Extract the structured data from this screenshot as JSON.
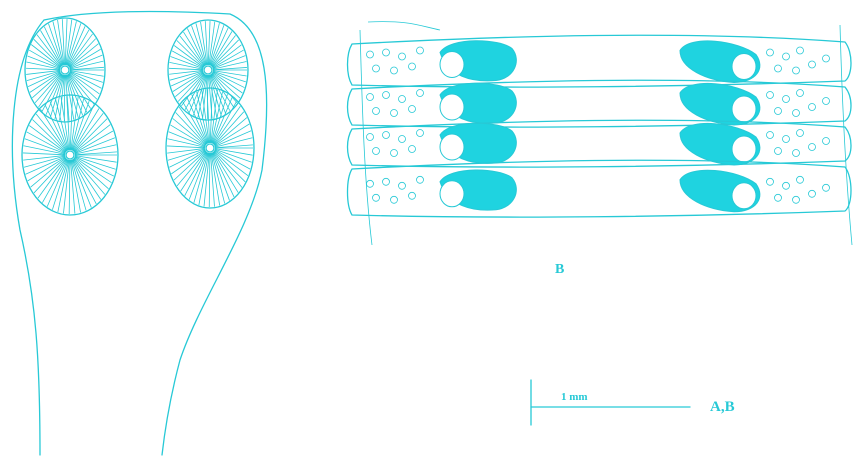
{
  "figure": {
    "panel_b_label": "B",
    "scale_bar_text": "1 mm",
    "scale_bar_applies_to": "A,B",
    "ink_color": "#27c9d6",
    "fill_color": "#1fd3e0"
  }
}
